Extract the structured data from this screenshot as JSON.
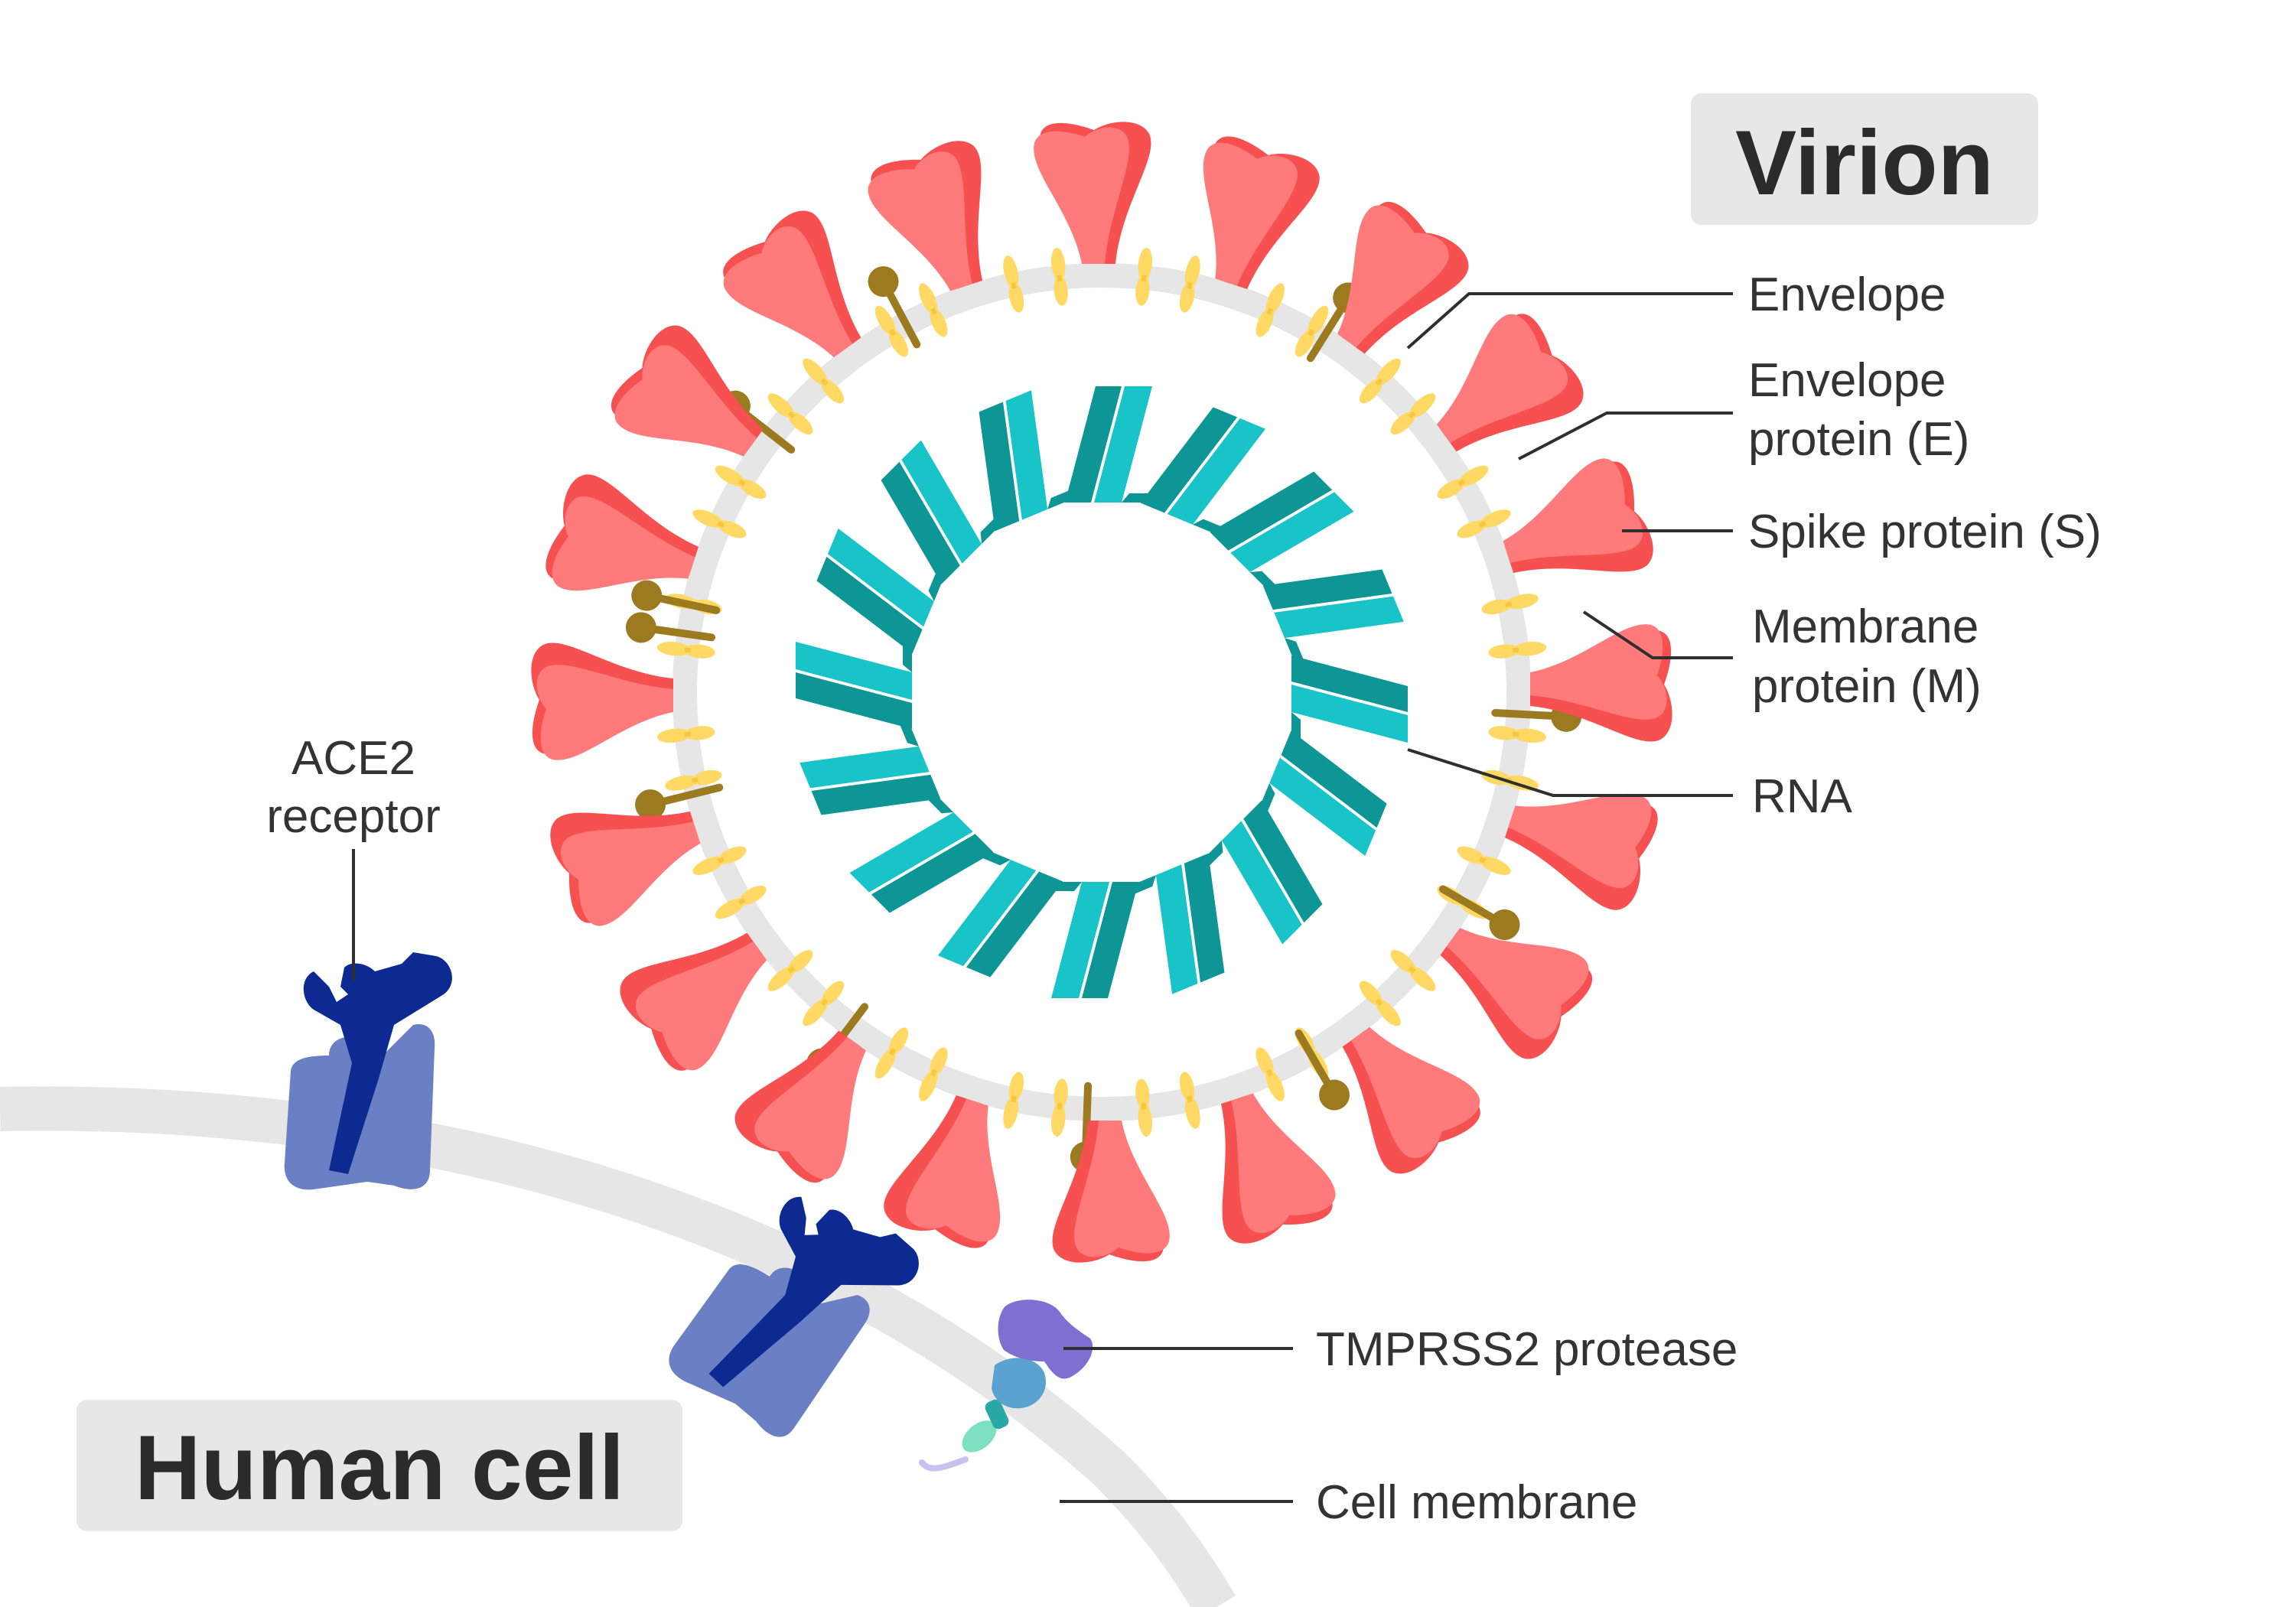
{
  "titles": {
    "virion": "Virion",
    "human_cell": "Human cell"
  },
  "labels": {
    "envelope": "Envelope",
    "envelope_protein_line1": "Envelope",
    "envelope_protein_line2": "protein (E)",
    "spike_protein": "Spike protein (S)",
    "membrane_protein_line1": "Membrane",
    "membrane_protein_line2": "protein (M)",
    "rna": "RNA",
    "ace2_line1": "ACE2",
    "ace2_line2": "receptor",
    "tmprss2": "TMPRSS2 protease",
    "cell_membrane": "Cell membrane"
  },
  "colors": {
    "spike_light": "#ff7b7b",
    "spike_dark": "#f65050",
    "envelope_ring": "#e6e6e6",
    "envelope_protein": "#ffd964",
    "membrane_protein": "#9c7a1f",
    "rna_light": "#19c4c9",
    "rna_dark": "#0e9696",
    "ace2_dark": "#0c2a92",
    "ace2_light": "#6b80c4",
    "tmprss2_top": "#7f6fd1",
    "tmprss2_mid": "#5aa3d1",
    "tmprss2_base": "#7ee0c0",
    "label_box": "#e7e7e7",
    "text": "#333333"
  }
}
